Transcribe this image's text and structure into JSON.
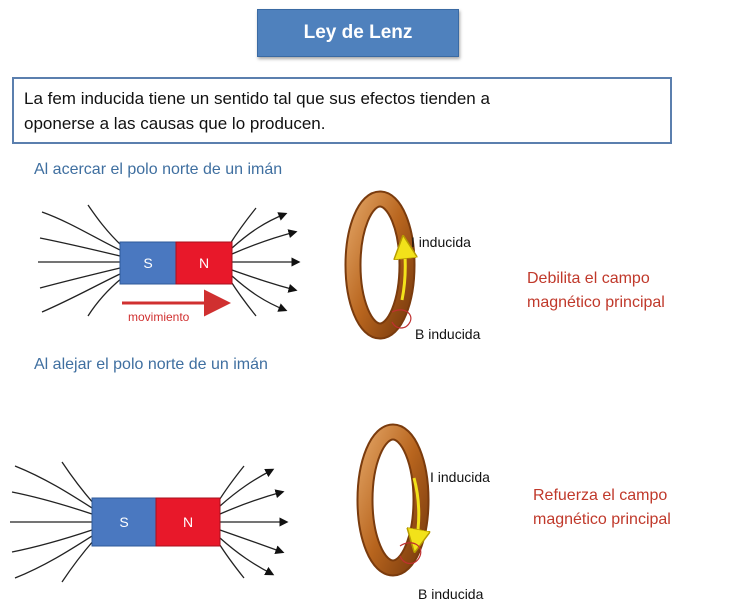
{
  "title": "Ley de Lenz",
  "definition": {
    "line1": "La fem inducida tiene un sentido tal que sus efectos tienden a",
    "line2": "oponerse a las causas que lo producen."
  },
  "case1": {
    "caption": "Al acercar el polo norte de un imán",
    "pole_s": "S",
    "pole_n": "N",
    "movement_label": "movimiento",
    "current_label": "I inducida",
    "field_label": "B inducida",
    "effect_line1": "Debilita el campo",
    "effect_line2": "magnético principal"
  },
  "case2": {
    "caption": "Al alejar el polo norte de un imán",
    "pole_s": "S",
    "pole_n": "N",
    "current_label": "I inducida",
    "field_label": "B inducida",
    "effect_line1": "Refuerza el campo",
    "effect_line2": "magnético principal"
  },
  "colors": {
    "title_bg": "#4f81bd",
    "south_pole": "#4a78c0",
    "north_pole": "#e8182a",
    "ring": "#b8651e",
    "current_arrow": "#f2e21a",
    "effect_text": "#c0392b",
    "caption_text": "#3f6fa0"
  }
}
